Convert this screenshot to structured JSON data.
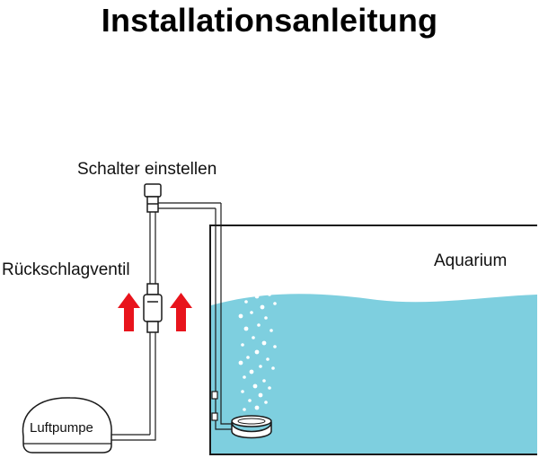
{
  "title": "Installationsanleitung",
  "labels": {
    "switch": "Schalter einstellen",
    "check_valve": "Rückschlagventil",
    "aquarium": "Aquarium",
    "air_pump": "Luftpumpe"
  },
  "colors": {
    "water": "#7ecfdf",
    "arrow": "#e8141c",
    "outline": "#1a1a1a",
    "bubbles": "#ffffff"
  }
}
